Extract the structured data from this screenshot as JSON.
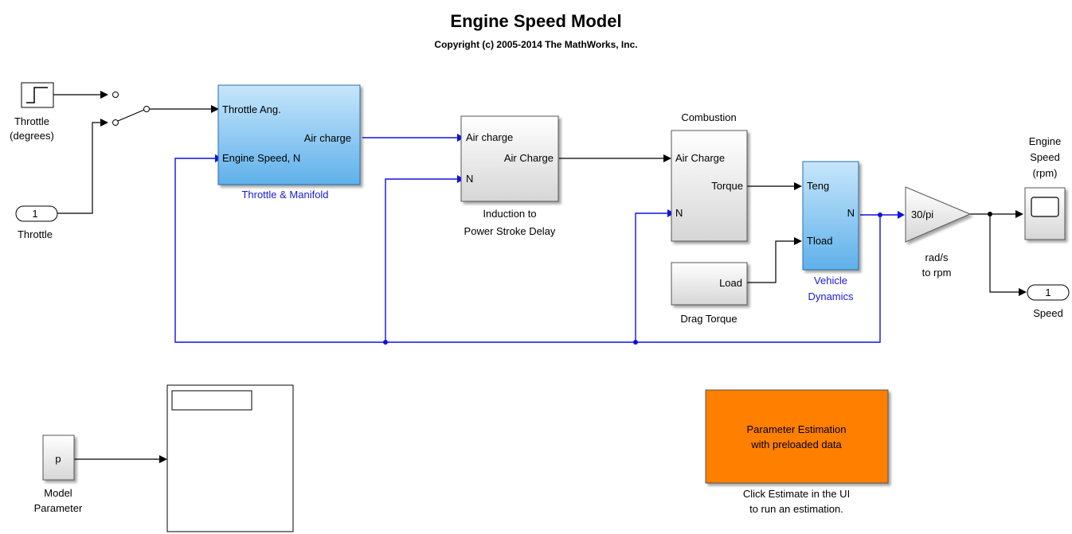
{
  "header": {
    "title": "Engine Speed Model",
    "copyright": "Copyright (c) 2005-2014 The MathWorks, Inc."
  },
  "blocks": {
    "throttle_step": {
      "label_line1": "Throttle",
      "label_line2": "(degrees)"
    },
    "throttle_inport": {
      "port_number": "1",
      "label": "Throttle"
    },
    "throttle_manifold": {
      "name": "Throttle & Manifold",
      "port_in_1": "Throttle Ang.",
      "port_out": "Air charge",
      "port_in_2": "Engine Speed, N"
    },
    "induction": {
      "name_line1": "Induction to",
      "name_line2": "Power Stroke Delay",
      "port_in_1": "Air charge",
      "port_out": "Air Charge",
      "port_in_2": "N"
    },
    "combustion": {
      "name": "Combustion",
      "port_in_1": "Air Charge",
      "port_out": "Torque",
      "port_in_2": "N"
    },
    "drag_torque": {
      "name": "Drag Torque",
      "port_out": "Load"
    },
    "vehicle_dynamics": {
      "name_line1": "Vehicle",
      "name_line2": "Dynamics",
      "port_in_1": "Teng",
      "port_in_2": "Tload",
      "port_out": "N"
    },
    "gain": {
      "value": "30/pi",
      "label_line1": "rad/s",
      "label_line2": "to rpm"
    },
    "scope": {
      "label_line1": "Engine",
      "label_line2": "Speed",
      "label_line3": "(rpm)"
    },
    "speed_outport": {
      "port_number": "1",
      "label": "Speed"
    },
    "model_parameter": {
      "value": "p",
      "label_line1": "Model",
      "label_line2": "Parameter"
    },
    "param_estimation": {
      "line1": "Parameter Estimation",
      "line2": "with preloaded data",
      "note_line1": "Click Estimate in the UI",
      "note_line2": "to run an estimation."
    }
  },
  "colors": {
    "subsystem_blue": "#7fc4f2",
    "signal_blue": "#1010e0",
    "estimation_orange": "#ff7f00",
    "block_gray": "#e8e8e8"
  }
}
